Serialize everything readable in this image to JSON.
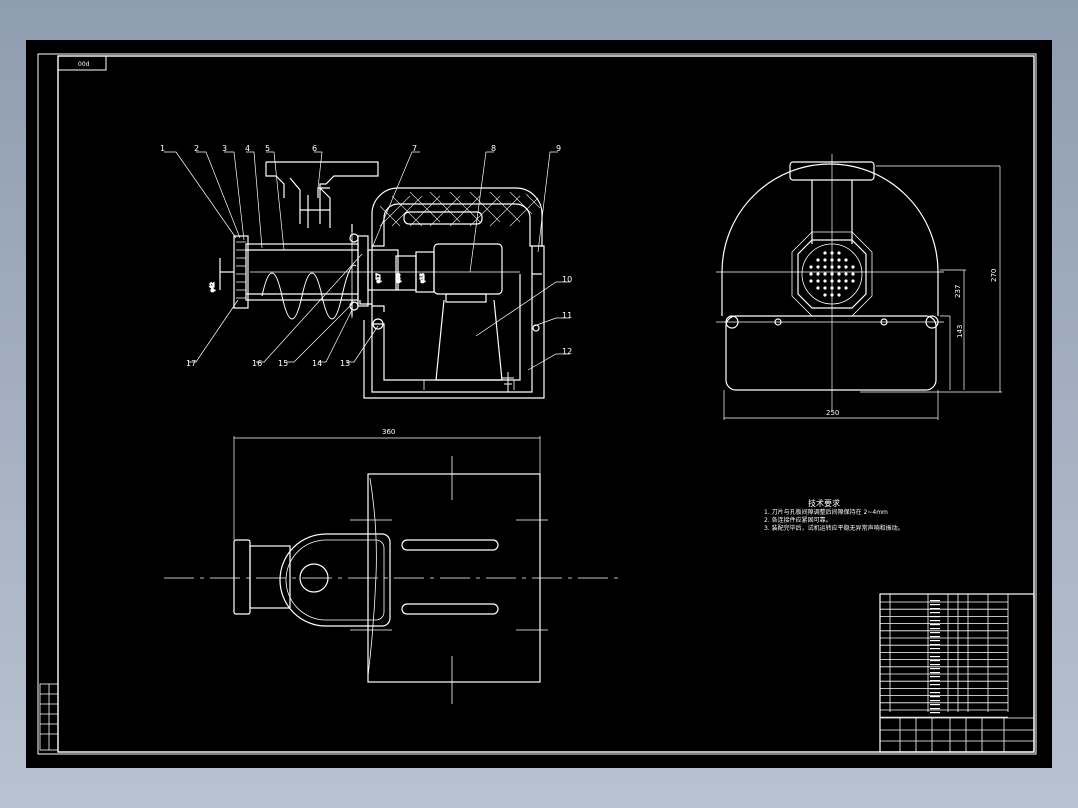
{
  "drawing": {
    "corner_tag": "00d",
    "balloons": [
      "1",
      "2",
      "3",
      "4",
      "5",
      "6",
      "7",
      "8",
      "9",
      "10",
      "11",
      "12",
      "13",
      "14",
      "15",
      "16",
      "17"
    ],
    "dimensions": {
      "overall_length": "360",
      "base_width": "250",
      "total_height": "270",
      "height_2": "237",
      "height_3": "143"
    },
    "tech_title": "技术要求",
    "tech_notes": [
      "1. 刀片与孔板间隙调整后间隙保持在 2~4mm",
      "2. 各连接件应紧固可靠。",
      "3. 装配完毕后，试机运转应平稳无异常声响和振动。"
    ]
  },
  "colors": {
    "background": "#000000",
    "line": "#ffffff",
    "border": "#ffffff"
  }
}
